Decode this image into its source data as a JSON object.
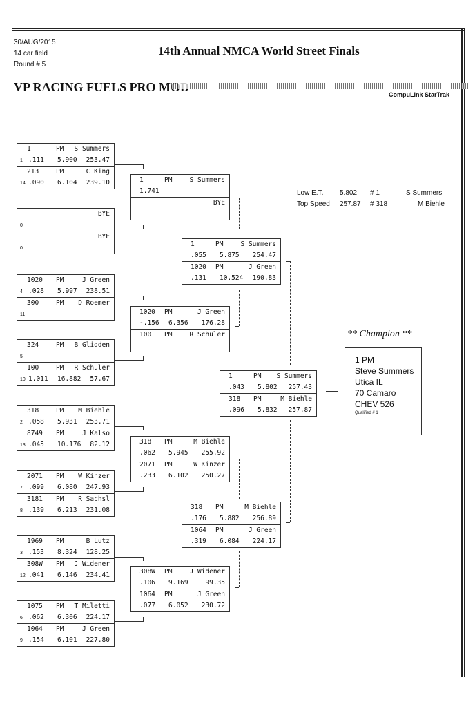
{
  "header": {
    "date": "30/AUG/2015",
    "field": "14 car field",
    "round": "Round # 5",
    "title": "14th Annual NMCA World Street Finals",
    "class": "VP RACING FUELS PRO MOD",
    "software": "CompuLink StarTrak"
  },
  "records": {
    "low_et": {
      "label": "Low  E.T.",
      "value": "5.802",
      "num": "# 1",
      "name": "S Summers"
    },
    "top_speed": {
      "label": "Top Speed",
      "value": "257.87",
      "num": "# 318",
      "name": "M Biehle"
    }
  },
  "champion": {
    "heading": "** Champion **",
    "line1": "1     PM",
    "line2": "Steve Summers",
    "line3": "Utica IL",
    "line4": "70 Camaro",
    "line5": "CHEV  526",
    "line6": "Qualified # 1"
  },
  "round1": [
    {
      "top": {
        "car": "1",
        "cls": "PM",
        "name": "S Summers",
        "seed": "1",
        "rt": ".111",
        "et": "5.900",
        "mph": "253.47"
      },
      "bot": {
        "car": "213",
        "cls": "PM",
        "name": "C King",
        "seed": "14",
        "rt": ".090",
        "et": "6.104",
        "mph": "239.10"
      }
    },
    {
      "top": {
        "car": "",
        "cls": "",
        "name": "BYE",
        "seed": "0",
        "rt": "",
        "et": "",
        "mph": ""
      },
      "bot": {
        "car": "",
        "cls": "",
        "name": "BYE",
        "seed": "0",
        "rt": "",
        "et": "",
        "mph": ""
      }
    },
    {
      "top": {
        "car": "1020",
        "cls": "PM",
        "name": "J Green",
        "seed": "4",
        "rt": ".028",
        "et": "5.997",
        "mph": "238.51"
      },
      "bot": {
        "car": "300",
        "cls": "PM",
        "name": "D Roemer",
        "seed": "11",
        "rt": "",
        "et": "",
        "mph": ""
      }
    },
    {
      "top": {
        "car": "324",
        "cls": "PM",
        "name": "B Glidden",
        "seed": "5",
        "rt": "",
        "et": "",
        "mph": ""
      },
      "bot": {
        "car": "100",
        "cls": "PM",
        "name": "R Schuler",
        "seed": "10",
        "rt": "1.011",
        "et": "16.882",
        "mph": "57.67"
      }
    },
    {
      "top": {
        "car": "318",
        "cls": "PM",
        "name": "M Biehle",
        "seed": "2",
        "rt": ".058",
        "et": "5.931",
        "mph": "253.71"
      },
      "bot": {
        "car": "8749",
        "cls": "PM",
        "name": "J Kalso",
        "seed": "13",
        "rt": ".045",
        "et": "10.176",
        "mph": "82.12"
      }
    },
    {
      "top": {
        "car": "2071",
        "cls": "PM",
        "name": "W Kinzer",
        "seed": "7",
        "rt": ".099",
        "et": "6.080",
        "mph": "247.93"
      },
      "bot": {
        "car": "3181",
        "cls": "PM",
        "name": "R Sachsl",
        "seed": "8",
        "rt": ".139",
        "et": "6.213",
        "mph": "231.08"
      }
    },
    {
      "top": {
        "car": "1969",
        "cls": "PM",
        "name": "B Lutz",
        "seed": "3",
        "rt": ".153",
        "et": "8.324",
        "mph": "128.25"
      },
      "bot": {
        "car": "308W",
        "cls": "PM",
        "name": "J Widener",
        "seed": "12",
        "rt": ".041",
        "et": "6.146",
        "mph": "234.41"
      }
    },
    {
      "top": {
        "car": "1075",
        "cls": "PM",
        "name": "T Miletti",
        "seed": "6",
        "rt": ".062",
        "et": "6.306",
        "mph": "224.17"
      },
      "bot": {
        "car": "1064",
        "cls": "PM",
        "name": "J Green",
        "seed": "9",
        "rt": ".154",
        "et": "6.101",
        "mph": "227.80"
      }
    }
  ],
  "round2": [
    {
      "top": {
        "car": "1",
        "cls": "PM",
        "name": "S Summers",
        "rt": "1.741",
        "et": "",
        "mph": ""
      },
      "bot": {
        "car": "",
        "cls": "",
        "name": "BYE",
        "rt": "",
        "et": "",
        "mph": ""
      }
    },
    {
      "top": {
        "car": "1020",
        "cls": "PM",
        "name": "J Green",
        "rt": "-.156",
        "et": "6.356",
        "mph": "176.28"
      },
      "bot": {
        "car": "100",
        "cls": "PM",
        "name": "R Schuler",
        "rt": "",
        "et": "",
        "mph": ""
      }
    },
    {
      "top": {
        "car": "318",
        "cls": "PM",
        "name": "M Biehle",
        "rt": ".062",
        "et": "5.945",
        "mph": "255.92"
      },
      "bot": {
        "car": "2071",
        "cls": "PM",
        "name": "W Kinzer",
        "rt": ".233",
        "et": "6.102",
        "mph": "250.27"
      }
    },
    {
      "top": {
        "car": "308W",
        "cls": "PM",
        "name": "J Widener",
        "rt": ".106",
        "et": "9.169",
        "mph": "99.35"
      },
      "bot": {
        "car": "1064",
        "cls": "PM",
        "name": "J Green",
        "rt": ".077",
        "et": "6.052",
        "mph": "230.72"
      }
    }
  ],
  "round3": [
    {
      "top": {
        "car": "1",
        "cls": "PM",
        "name": "S Summers",
        "rt": ".055",
        "et": "5.875",
        "mph": "254.47"
      },
      "bot": {
        "car": "1020",
        "cls": "PM",
        "name": "J Green",
        "rt": ".131",
        "et": "10.524",
        "mph": "190.83"
      }
    },
    {
      "top": {
        "car": "318",
        "cls": "PM",
        "name": "M Biehle",
        "rt": ".176",
        "et": "5.882",
        "mph": "256.89"
      },
      "bot": {
        "car": "1064",
        "cls": "PM",
        "name": "J Green",
        "rt": ".319",
        "et": "6.084",
        "mph": "224.17"
      }
    }
  ],
  "final": {
    "top": {
      "car": "1",
      "cls": "PM",
      "name": "S Summers",
      "rt": ".043",
      "et": "5.802",
      "mph": "257.43"
    },
    "bot": {
      "car": "318",
      "cls": "PM",
      "name": "M Biehle",
      "rt": ".096",
      "et": "5.832",
      "mph": "257.87"
    }
  }
}
